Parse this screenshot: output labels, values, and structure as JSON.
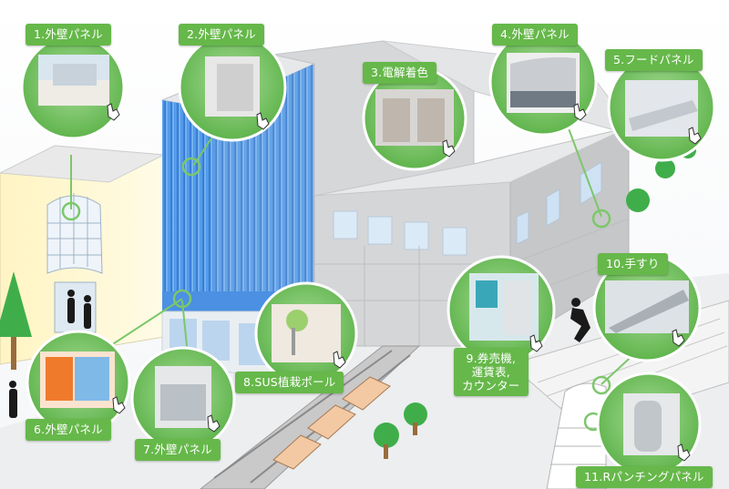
{
  "colors": {
    "label_bg": "#66b84a",
    "bubble_fill": "#7cc76a",
    "bubble_stroke": "#ffffff",
    "glass_blue": "#3f8be0",
    "building_gray": "#d9dadc",
    "tree_green": "#3fae4a"
  },
  "callouts": [
    {
      "id": "1",
      "label": "1.外壁パネル",
      "icon": "hand-pointer-icon"
    },
    {
      "id": "2",
      "label": "2.外壁パネル",
      "icon": "hand-pointer-icon"
    },
    {
      "id": "3",
      "label": "3.電解着色",
      "icon": "hand-pointer-icon"
    },
    {
      "id": "4",
      "label": "4.外壁パネル",
      "icon": "hand-pointer-icon"
    },
    {
      "id": "5",
      "label": "5.フードパネル",
      "icon": "hand-pointer-icon"
    },
    {
      "id": "6",
      "label": "6.外壁パネル",
      "icon": "hand-pointer-icon"
    },
    {
      "id": "7",
      "label": "7.外壁パネル",
      "icon": "hand-pointer-icon"
    },
    {
      "id": "8",
      "label": "8.SUS植栽ポール",
      "icon": "hand-pointer-icon"
    },
    {
      "id": "9",
      "label": "9.券売機,\n運賃表,\nカウンター",
      "icon": "hand-pointer-icon"
    },
    {
      "id": "10",
      "label": "10.手すり",
      "icon": "hand-pointer-icon"
    },
    {
      "id": "11",
      "label": "11.Rパンチングパネル",
      "icon": "hand-pointer-icon"
    }
  ]
}
